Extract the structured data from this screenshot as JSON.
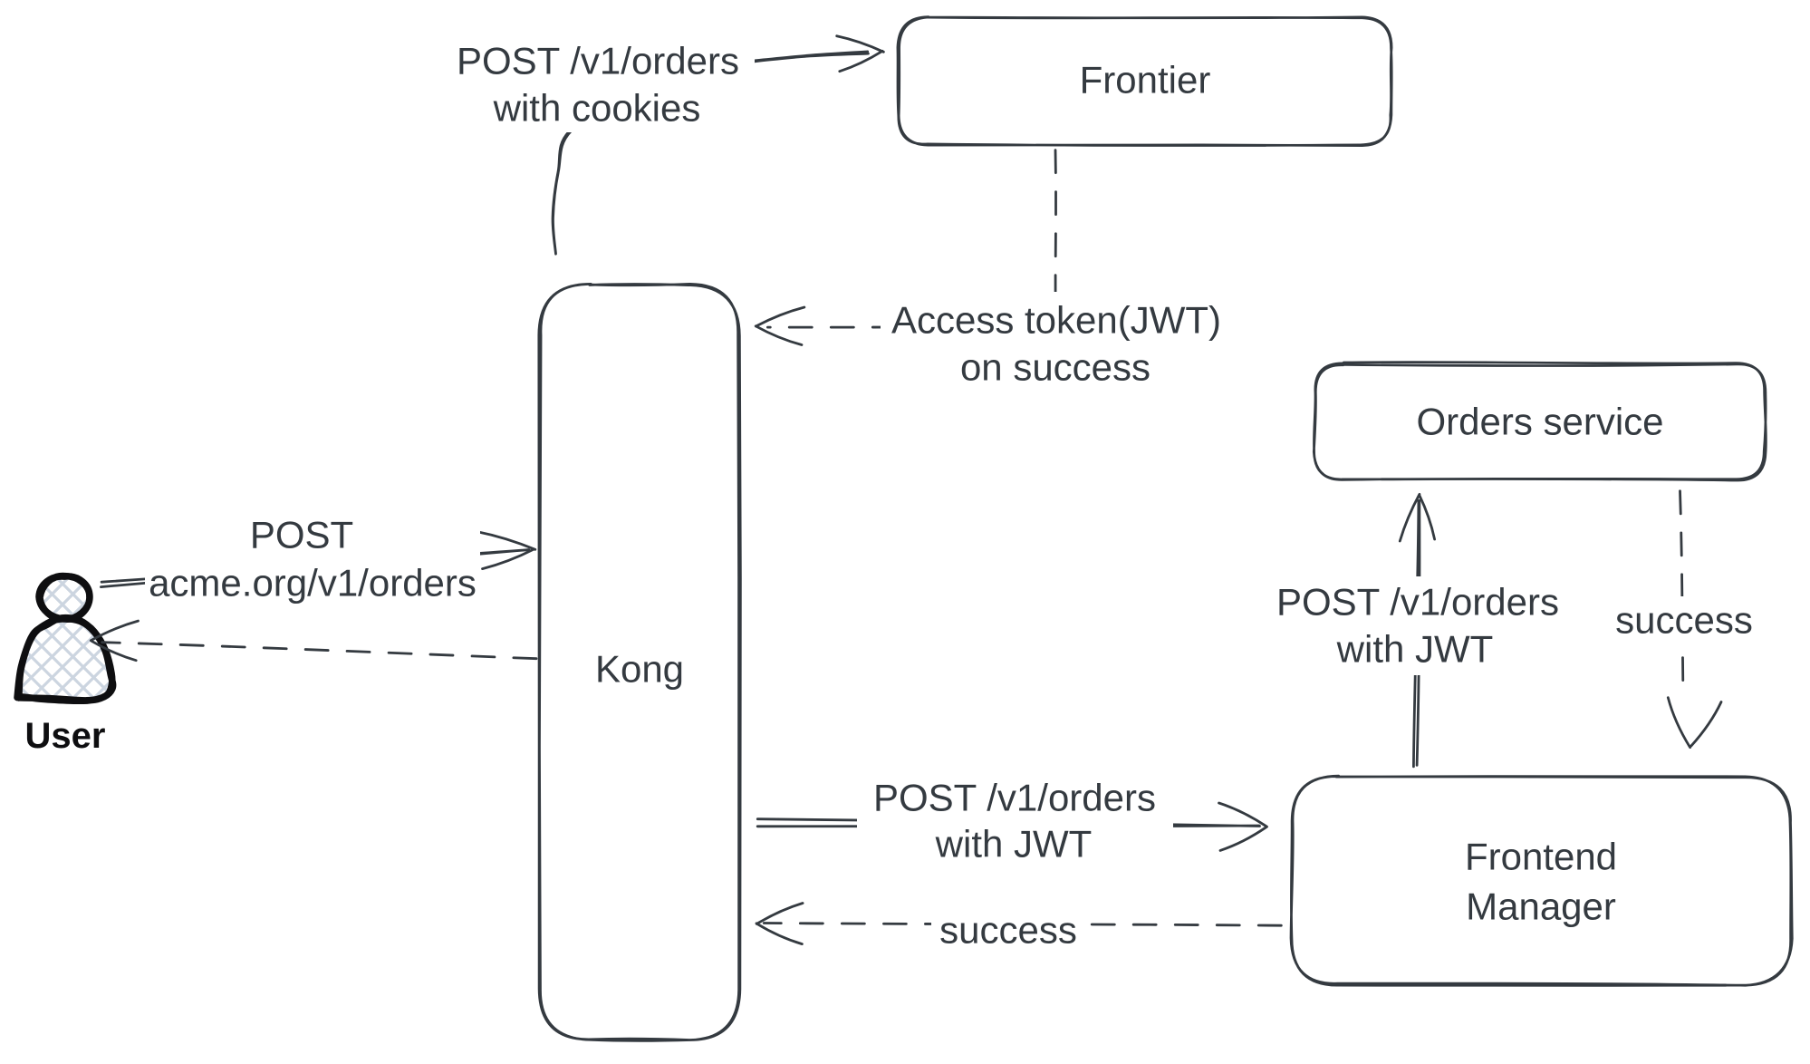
{
  "canvas": {
    "background": "#ffffff",
    "stroke_color": "#343a40",
    "icon_color": "#0e0e10",
    "hatch_color": "#ccd5e0"
  },
  "nodes": {
    "frontier": {
      "label": "Frontier"
    },
    "kong": {
      "label": "Kong"
    },
    "orders_service": {
      "label": "Orders service"
    },
    "frontend_manager": {
      "label_line1": "Frontend",
      "label_line2": "Manager"
    },
    "user": {
      "label": "User"
    }
  },
  "edges": {
    "user_to_kong": {
      "style": "solid",
      "label_line1": "POST",
      "label_line2": "acme.org/v1/orders"
    },
    "kong_to_user": {
      "style": "dashed",
      "label": ""
    },
    "kong_to_frontier": {
      "style": "solid",
      "label_line1": "POST /v1/orders",
      "label_line2": "with cookies"
    },
    "frontier_to_kong": {
      "style": "dashed",
      "label_line1": "Access token(JWT)",
      "label_line2": "on success"
    },
    "kong_to_frontend_manager": {
      "style": "solid",
      "label_line1": "POST /v1/orders",
      "label_line2": "with JWT"
    },
    "frontend_manager_to_kong": {
      "style": "dashed",
      "label": "success"
    },
    "frontend_manager_to_orders_service": {
      "style": "solid",
      "label_line1": "POST /v1/orders",
      "label_line2": "with JWT"
    },
    "orders_service_to_frontend_manager": {
      "style": "dashed",
      "label": "success"
    }
  }
}
